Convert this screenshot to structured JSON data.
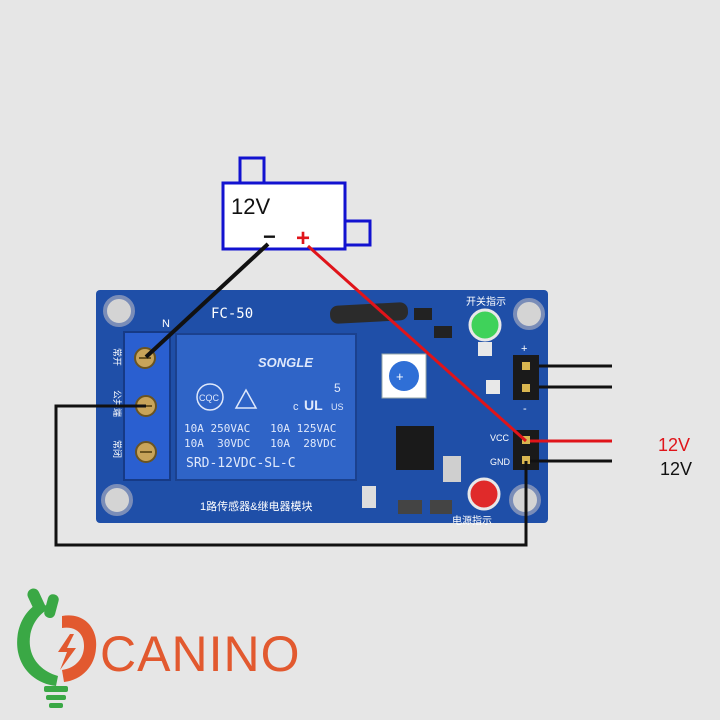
{
  "power_source": {
    "label": "12V",
    "minus": "−",
    "plus": "+"
  },
  "board": {
    "model": "FC-50",
    "pin_n": "N",
    "terminal_labels": [
      "常开",
      "公共端",
      "常闭"
    ],
    "relay": {
      "brand": "SONGLE",
      "cqc": "CQC",
      "rating_1": "10A 250VAC   10A 125VAC",
      "rating_2": "10A  30VDC   10A  28VDC",
      "model": "SRD-12VDC-SL-C",
      "ul_num": "5",
      "ul_c": "c",
      "ul_us": "US"
    },
    "caption": "1路传感器&继电器模块",
    "switch_led_label": "开关指示",
    "power_led_label": "电源指示",
    "header_plus": "+",
    "header_minus": "-",
    "vcc": "VCC",
    "gnd": "GND"
  },
  "supply": {
    "vcc_label": "12V",
    "gnd_label": "12V"
  },
  "colors": {
    "board": "#1f4fa8",
    "relay": "#2f64c7",
    "red_wire": "#e0141a",
    "black_wire": "#111111",
    "source_outline": "#1212d0",
    "logo_green": "#3aa845",
    "logo_orange": "#e2592f"
  },
  "logo": {
    "text": "CANINO"
  }
}
